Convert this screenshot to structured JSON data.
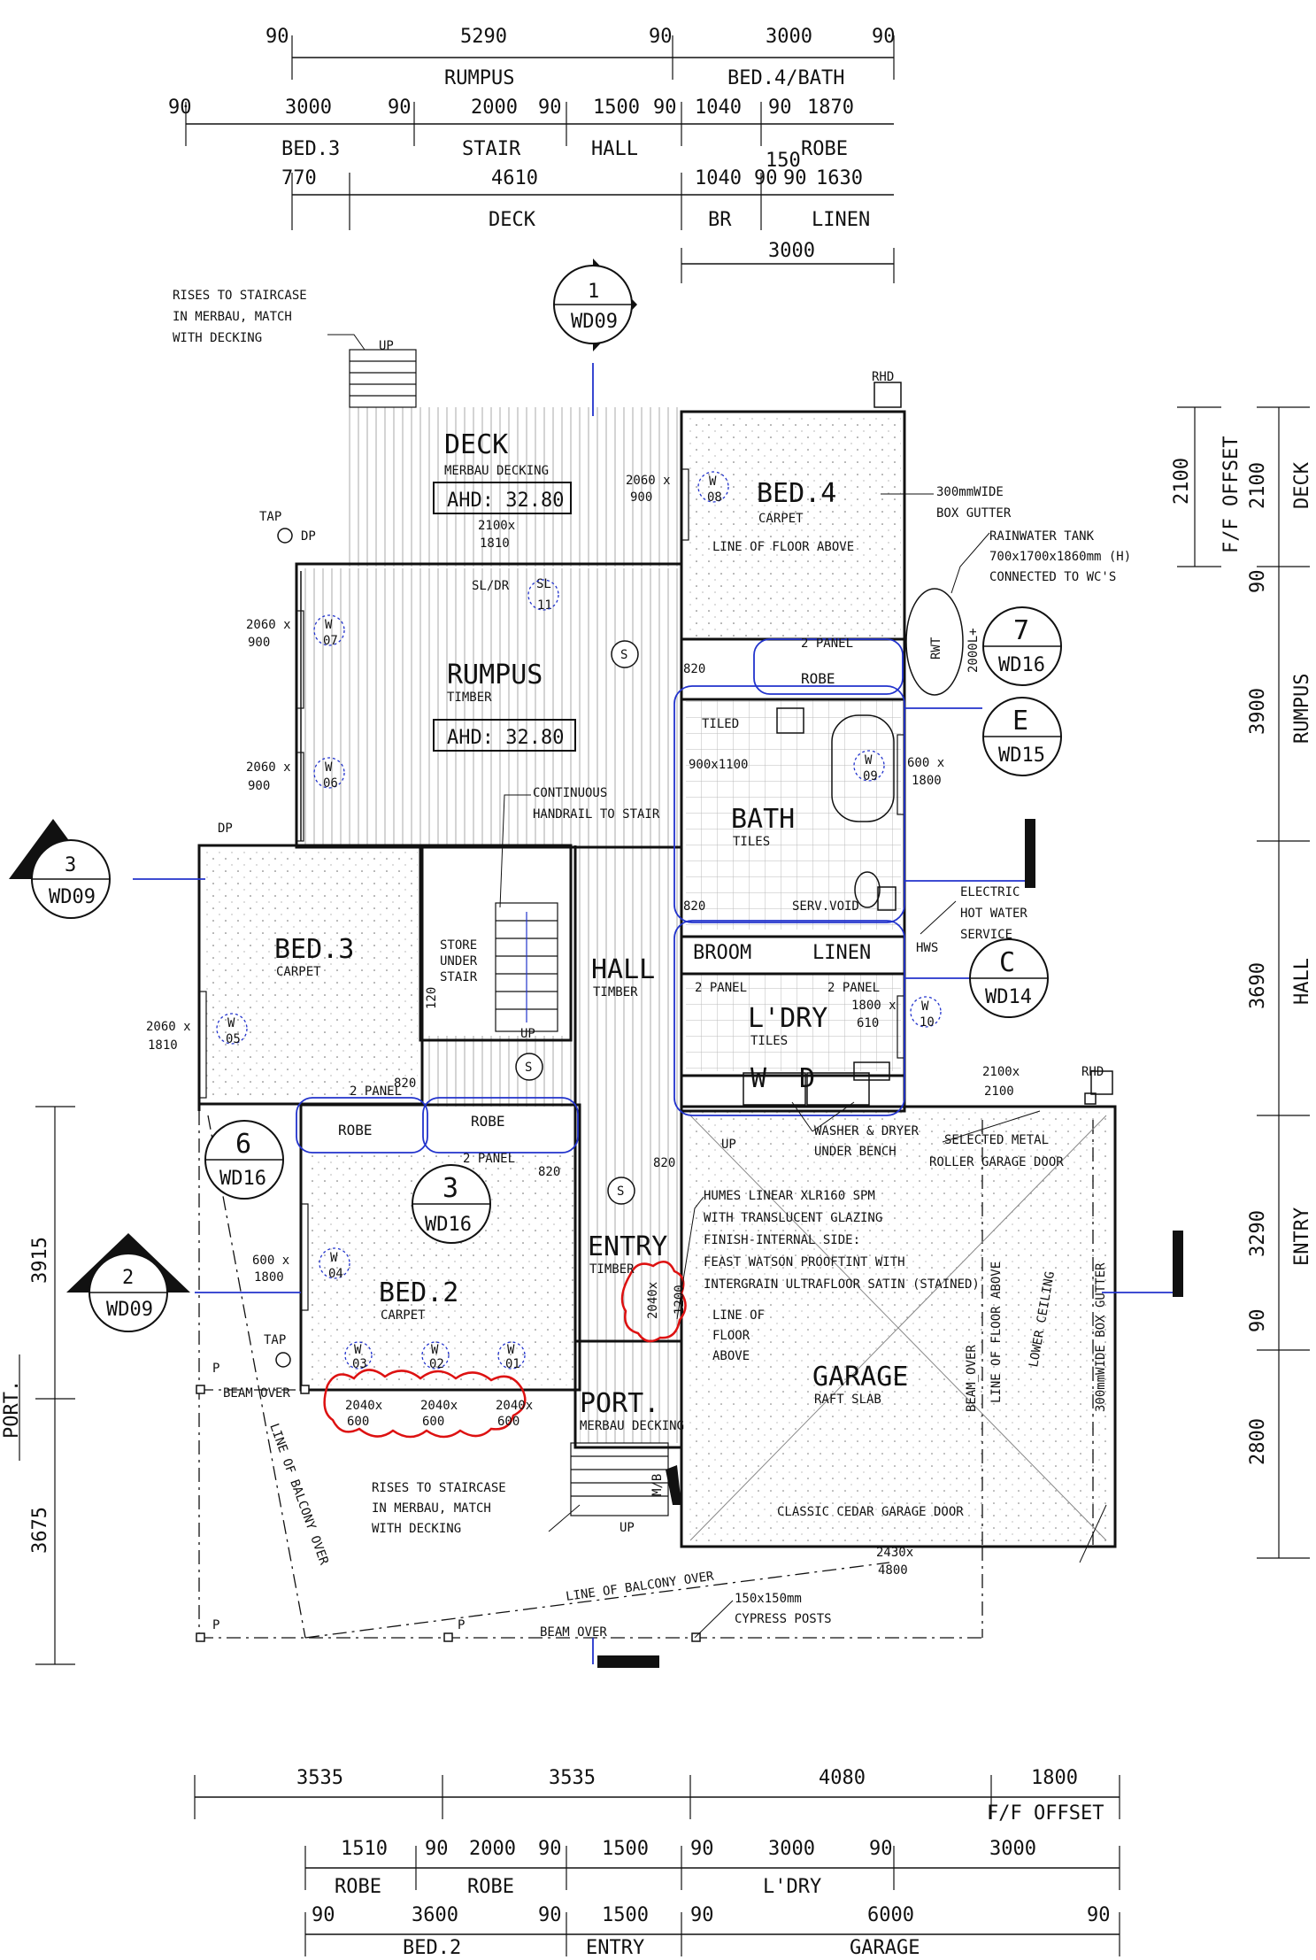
{
  "top_dims": {
    "row1": [
      "90",
      "5290",
      "90",
      "3000",
      "90"
    ],
    "row1_labels": [
      "RUMPUS",
      "BED.4/BATH"
    ],
    "row2": [
      "90",
      "3000",
      "90",
      "2000",
      "90",
      "1500",
      "90",
      "1040",
      "90",
      "1870"
    ],
    "row2_labels": [
      "BED.3",
      "STAIR",
      "HALL",
      "ROBE"
    ],
    "row3": [
      "770",
      "4610",
      "1040",
      "90",
      "90",
      "1630",
      "150"
    ],
    "row3_labels": [
      "DECK",
      "BR",
      "LINEN"
    ],
    "row4": [
      "3000"
    ]
  },
  "bottom_dims": {
    "row1": [
      "3535",
      "3535",
      "4080",
      "1800"
    ],
    "row1_extra": "F/F OFFSET",
    "row2": [
      "1510",
      "90",
      "2000",
      "90",
      "1500",
      "90",
      "3000",
      "90",
      "3000"
    ],
    "row2_labels": [
      "ROBE",
      "ROBE",
      "L'DRY"
    ],
    "row3": [
      "90",
      "3600",
      "90",
      "1500",
      "90",
      "6000",
      "90"
    ],
    "row3_labels": [
      "BED.2",
      "ENTRY",
      "GARAGE"
    ]
  },
  "right_dims": {
    "values": [
      "2100",
      "2100",
      "90",
      "3900",
      "3690",
      "3290",
      "90",
      "2800"
    ],
    "labels": [
      "F/F OFFSET",
      "DECK",
      "RUMPUS",
      "HALL",
      "ENTRY"
    ]
  },
  "left_dims": {
    "values": [
      "3915",
      "3675"
    ],
    "labels": [
      "PORT."
    ]
  },
  "rooms": {
    "deck": {
      "name": "DECK",
      "sub": "MERBAU DECKING",
      "ahd": "AHD: 32.80"
    },
    "rumpus": {
      "name": "RUMPUS",
      "sub": "TIMBER",
      "ahd": "AHD: 32.80"
    },
    "bed4": {
      "name": "BED.4",
      "sub": "CARPET"
    },
    "bed3": {
      "name": "BED.3",
      "sub": "CARPET"
    },
    "bed2": {
      "name": "BED.2",
      "sub": "CARPET"
    },
    "bath": {
      "name": "BATH",
      "sub": "TILES"
    },
    "ldry": {
      "name": "L'DRY",
      "sub": "TILES"
    },
    "hall": {
      "name": "HALL",
      "sub": "TIMBER"
    },
    "entry": {
      "name": "ENTRY",
      "sub": "TIMBER"
    },
    "port": {
      "name": "PORT.",
      "sub": "MERBAU DECKING"
    },
    "garage": {
      "name": "GARAGE",
      "sub": "RAFT SLAB"
    }
  },
  "small_labels": {
    "robe": "ROBE",
    "broom": "BROOM",
    "linen": "LINEN",
    "two_panel": "2 PANEL",
    "tiled": "TILED",
    "store": "STORE",
    "under": "UNDER",
    "stair": "STAIR",
    "up": "UP",
    "tap": "TAP",
    "dp": "DP",
    "hws": "HWS",
    "rhd": "RHD",
    "rwt": "RWT",
    "rwt_cap": "2000L+",
    "sldr": "SL/DR",
    "mb": "M/B",
    "s": "S",
    "w": "W",
    "d": "D",
    "p": "P",
    "sl": "SL",
    "sl_num": "11",
    "serv_void": "SERV.VOID",
    "n820": "820",
    "n120": "120",
    "beam_over": "BEAM OVER",
    "beam_over2": "BEAM_OVER",
    "line_of_floor_above_v": "LINE OF FLOOR ABOVE",
    "lower_ceiling": "LOWER CEILING",
    "box_gutter_v": "300mmWIDE BOX GUTTER",
    "line_of_balcony_over": "LINE OF BALCONY OVER"
  },
  "windows": [
    {
      "num": "08",
      "size1": "2060 x",
      "size2": "900"
    },
    {
      "num": "07",
      "size1": "2060 x",
      "size2": "900"
    },
    {
      "num": "06",
      "size1": "2060 x",
      "size2": "900"
    },
    {
      "num": "05",
      "size1": "2060 x",
      "size2": "1810"
    },
    {
      "num": "04",
      "size1": "600  x",
      "size2": "1800"
    },
    {
      "num": "09",
      "size1": "600  x",
      "size2": "1800"
    },
    {
      "num": "10",
      "size1": "1800 x",
      "size2": "610"
    },
    {
      "num": "03",
      "size1": "2040x",
      "size2": "600"
    },
    {
      "num": "02",
      "size1": "2040x",
      "size2": "600"
    },
    {
      "num": "01",
      "size1": "2040x",
      "size2": "600"
    }
  ],
  "door_sizes": {
    "deck_door1": "2100x",
    "deck_door2": "1810",
    "bath_win": "900x1100",
    "garage_rhd1": "2100x",
    "garage_rhd2": "2100",
    "garage_door1": "2430x",
    "garage_door2": "4800",
    "entry_door1": "2040x",
    "entry_door2": "1200"
  },
  "notes": {
    "stair_top": [
      "RISES TO STAIRCASE",
      "IN MERBAU, MATCH",
      "WITH DECKING"
    ],
    "stair_bottom": [
      "RISES TO STAIRCASE",
      "IN MERBAU, MATCH",
      "WITH DECKING"
    ],
    "box_gutter": [
      "300mmWIDE",
      "BOX GUTTER"
    ],
    "line_floor_above": "LINE OF FLOOR ABOVE",
    "rainwater": [
      "RAINWATER TANK",
      "700x1700x1860mm (H)",
      "CONNECTED TO WC'S"
    ],
    "handrail": [
      "CONTINUOUS",
      "HANDRAIL TO STAIR"
    ],
    "electric": [
      "ELECTRIC",
      "HOT WATER",
      "SERVICE"
    ],
    "washer": [
      "WASHER & DRYER",
      "UNDER BENCH"
    ],
    "roller": [
      "SELECTED METAL",
      "ROLLER GARAGE DOOR"
    ],
    "humes": [
      "HUMES LINEAR XLR160 SPM",
      "WITH TRANSLUCENT GLAZING",
      "FINISH-INTERNAL SIDE:",
      "FEAST WATSON PROOFTINT WITH",
      "INTERGRAIN ULTRAFLOOR SATIN (STAINED)"
    ],
    "line_of_floor": [
      "LINE OF",
      "FLOOR",
      "ABOVE"
    ],
    "cedar": "CLASSIC CEDAR GARAGE DOOR",
    "cypress": [
      "150x150mm",
      "CYPRESS POSTS"
    ]
  },
  "section_markers": [
    {
      "num": "1",
      "ref": "WD09"
    },
    {
      "num": "3",
      "ref": "WD09"
    },
    {
      "num": "2",
      "ref": "WD09"
    },
    {
      "num": "6",
      "ref": "WD16"
    },
    {
      "num": "3",
      "ref": "WD16"
    },
    {
      "num": "7",
      "ref": "WD16"
    },
    {
      "num": "E",
      "ref": "WD15"
    },
    {
      "num": "C",
      "ref": "WD14"
    }
  ]
}
